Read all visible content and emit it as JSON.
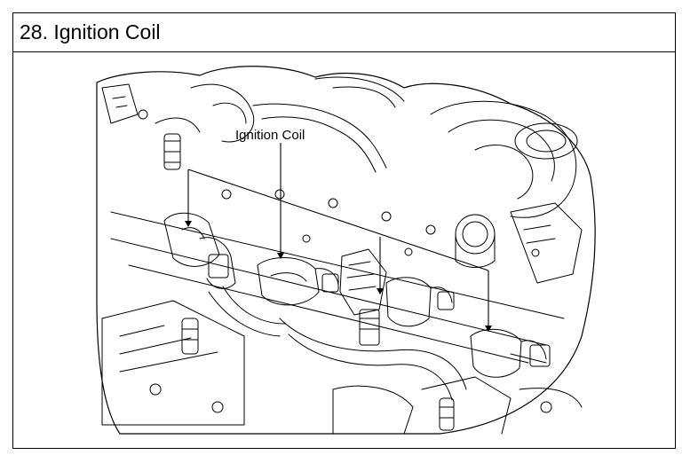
{
  "page": {
    "section_title": "28. Ignition Coil",
    "colors": {
      "line": "#000000",
      "background": "#ffffff"
    }
  },
  "figure": {
    "callout_label": "Ignition Coil",
    "icons": [
      "engine-line-drawing",
      "ignition-coil",
      "callout-arrow"
    ]
  }
}
